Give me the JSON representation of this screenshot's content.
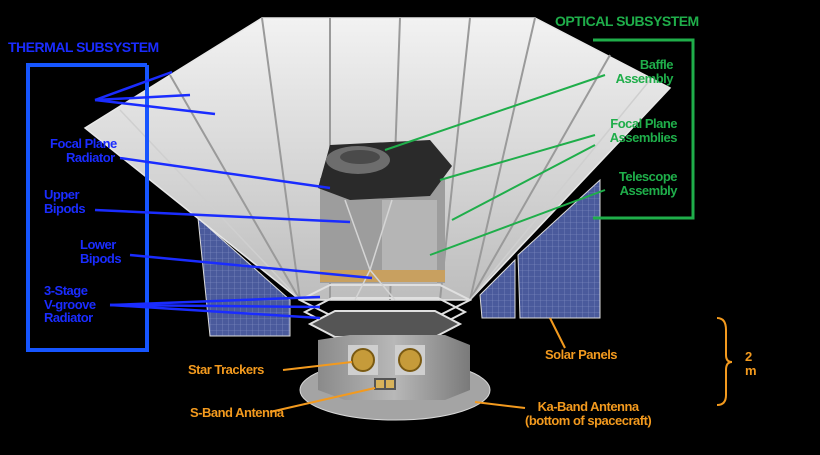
{
  "colors": {
    "background": "#000000",
    "thermal": "#1a2cff",
    "thermal_box": "#1655ff",
    "optical": "#1fae4a",
    "spacecraft": "#f39a1e",
    "solar_panel": "#4a5a9c",
    "radiator": "#d8d8d8",
    "baffle": "#3a3a3a"
  },
  "thermal_subsystem": {
    "title": "THERMAL SUBSYSTEM",
    "labels": [
      {
        "id": "focal-plane-radiator",
        "lines": [
          "Focal Plane",
          "Radiator"
        ]
      },
      {
        "id": "upper-bipods",
        "lines": [
          "Upper",
          "Bipods"
        ]
      },
      {
        "id": "lower-bipods",
        "lines": [
          "Lower",
          "Bipods"
        ]
      },
      {
        "id": "v-groove-radiator",
        "lines": [
          "3-Stage",
          "V-groove",
          "Radiator"
        ]
      }
    ]
  },
  "optical_subsystem": {
    "title": "OPTICAL SUBSYSTEM",
    "labels": [
      {
        "id": "baffle-assembly",
        "lines": [
          "Baffle",
          "Assembly"
        ]
      },
      {
        "id": "focal-plane-assemblies",
        "lines": [
          "Focal Plane",
          "Assemblies"
        ]
      },
      {
        "id": "telescope-assembly",
        "lines": [
          "Telescope",
          "Assembly"
        ]
      }
    ]
  },
  "spacecraft": {
    "labels": [
      {
        "id": "star-trackers",
        "lines": [
          "Star Trackers"
        ]
      },
      {
        "id": "s-band-antenna",
        "lines": [
          "S-Band Antenna"
        ]
      },
      {
        "id": "solar-panels",
        "lines": [
          "Solar Panels"
        ]
      },
      {
        "id": "ka-band-antenna",
        "lines": [
          "Ka-Band Antenna",
          "(bottom of spacecraft)"
        ]
      }
    ],
    "dimension": "2 m"
  }
}
